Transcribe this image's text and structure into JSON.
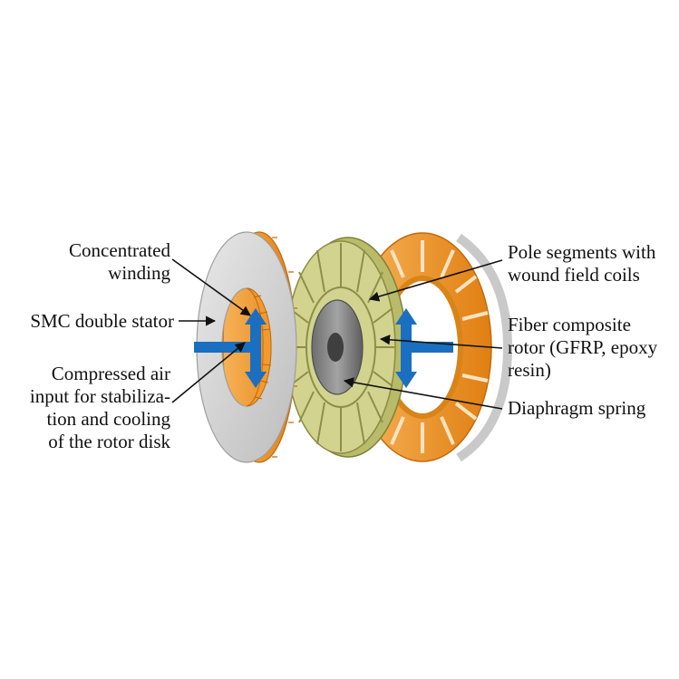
{
  "labels": {
    "concentrated_winding": [
      "Concentrated",
      "winding"
    ],
    "smc_double_stator": [
      "SMC double stator"
    ],
    "compressed_air": [
      "Compressed air",
      "input for stabiliza-",
      "tion and cooling",
      "of the rotor disk"
    ],
    "pole_segments": [
      "Pole segments with",
      "wound field coils"
    ],
    "fiber_composite_rotor": [
      "Fiber composite",
      "rotor (GFRP, epoxy",
      "resin)"
    ],
    "diaphragm_spring": [
      "Diaphragm spring"
    ]
  },
  "colors": {
    "stator_face": "#d9d9d9",
    "winding_orange": "#f39a2e",
    "rotor_green": "#c6c77a",
    "hub_gray": "#8a8a8a",
    "air_arrow_blue": "#1a6fc0"
  }
}
